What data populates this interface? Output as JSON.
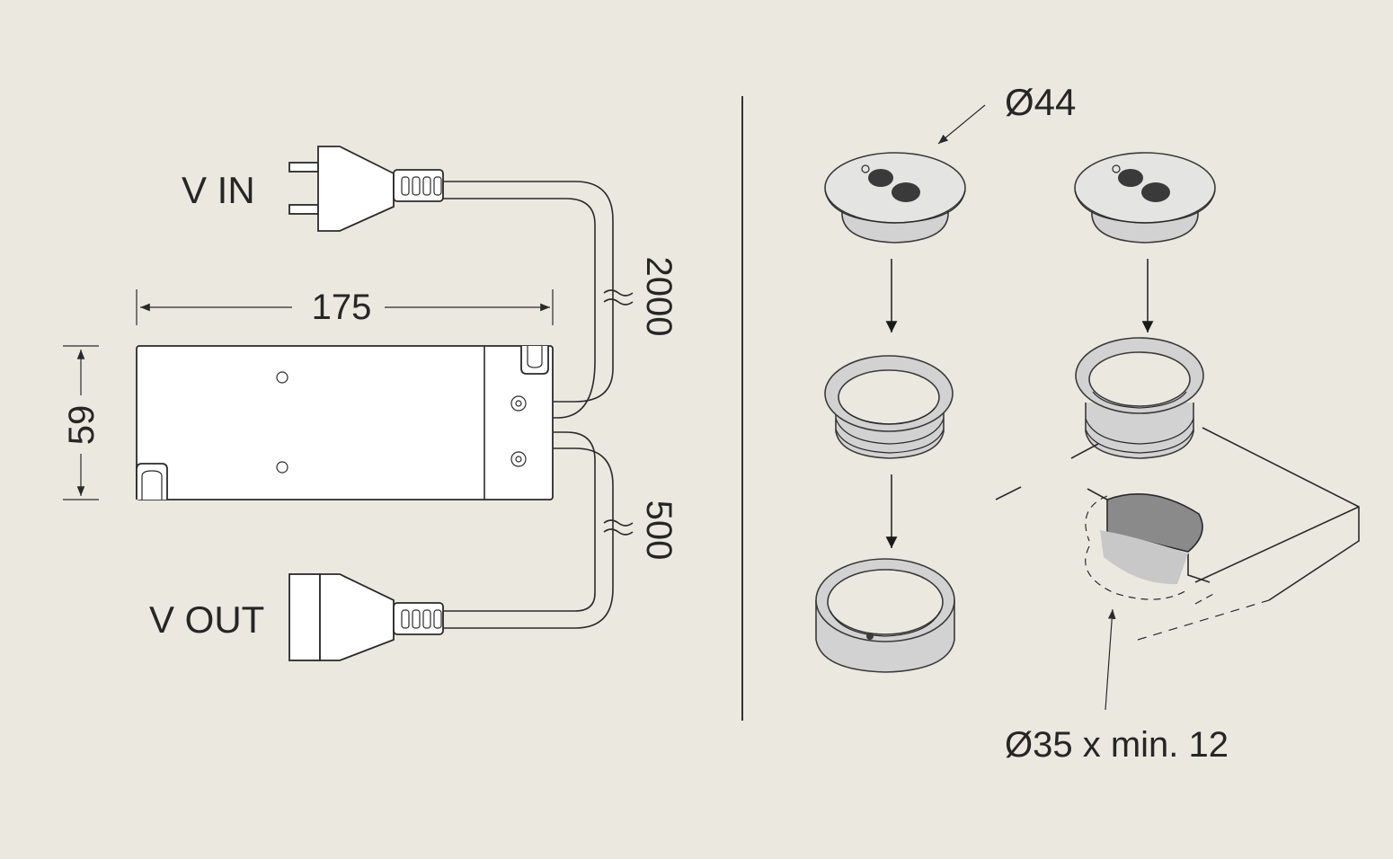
{
  "labels": {
    "v_in": "V IN",
    "v_out": "V OUT",
    "width": "175",
    "height": "59",
    "cable_in": "2000",
    "cable_out": "500",
    "cap_diameter": "Ø44",
    "hole": "Ø35 x min. 12"
  },
  "colors": {
    "background": "#ebe9df",
    "line": "#2a2a2a",
    "part_fill": "#d2d2d2"
  }
}
